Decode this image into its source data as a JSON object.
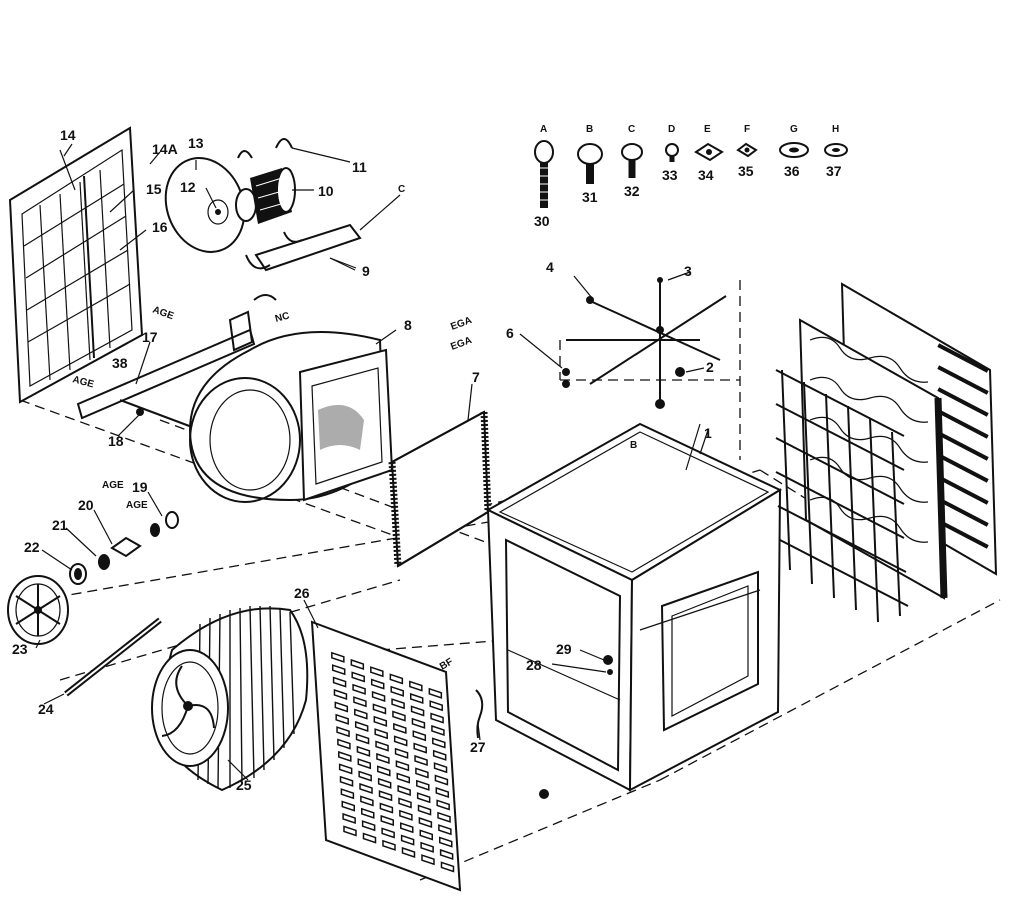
{
  "diagram": {
    "callouts": {
      "p1": "1",
      "p2": "2",
      "p3": "3",
      "p4": "4",
      "p6": "6",
      "p7": "7",
      "p8": "8",
      "p9": "9",
      "p10": "10",
      "p11": "11",
      "p12": "12",
      "p13": "13",
      "p14": "14",
      "p14a": "14A",
      "p15": "15",
      "p16": "16",
      "p17": "17",
      "p18": "18",
      "p19": "19",
      "p20": "20",
      "p21": "21",
      "p22": "22",
      "p23": "23",
      "p24": "24",
      "p25": "25",
      "p26": "26",
      "p27": "27",
      "p28": "28",
      "p29": "29",
      "p38": "38"
    },
    "hardware": [
      {
        "letter": "A",
        "number": "30"
      },
      {
        "letter": "B",
        "number": "31"
      },
      {
        "letter": "C",
        "number": "32"
      },
      {
        "letter": "D",
        "number": "33"
      },
      {
        "letter": "E",
        "number": "34"
      },
      {
        "letter": "F",
        "number": "35"
      },
      {
        "letter": "G",
        "number": "36"
      },
      {
        "letter": "H",
        "number": "37"
      }
    ],
    "ref_marks": {
      "age_1": "AGE",
      "age_2": "AGE",
      "age_3": "AGE",
      "age_4": "AGE",
      "ega_1": "EGA",
      "ega_2": "EGA",
      "nc": "NC",
      "c": "C",
      "b": "B",
      "bf": "BF"
    }
  }
}
